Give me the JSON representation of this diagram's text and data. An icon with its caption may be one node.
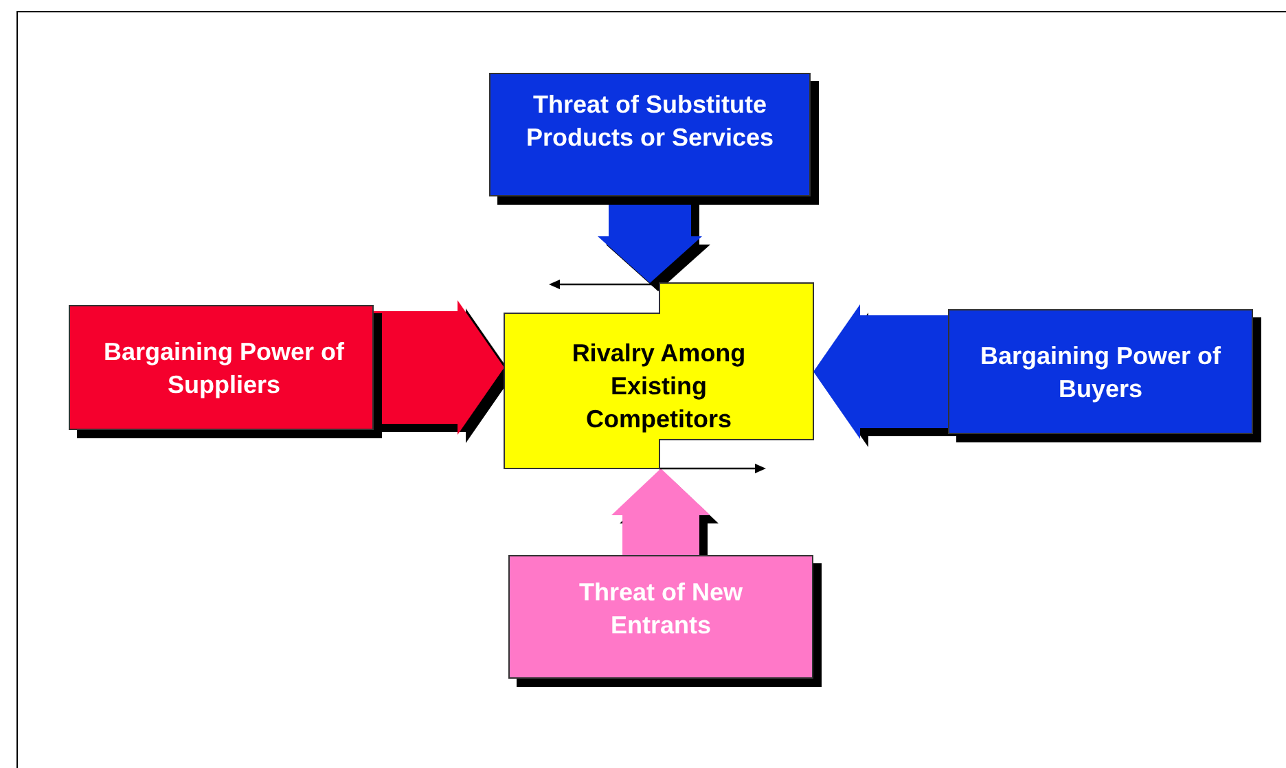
{
  "diagram": {
    "nodes": [
      {
        "text": [
          "Threat of Substitute Products or Services"
        ]
      },
      {
        "text": [
          "Bargaining Power of Suppliers"
        ]
      },
      {
        "text": [
          "Rivalry Among Existing Competitors"
        ]
      },
      {
        "text": [
          "Bargaining Power of Buyers"
        ]
      },
      {
        "text": [
          "Threat of New Entrants"
        ]
      }
    ],
    "edges": [
      {
        "from": 0,
        "to": 2,
        "arrow": "to",
        "color": "#0a33e0"
      },
      {
        "from": 1,
        "to": 2,
        "arrow": "to",
        "color": "#f5002d"
      },
      {
        "from": 3,
        "to": 2,
        "arrow": "to",
        "color": "#0a33e0"
      },
      {
        "from": 4,
        "to": 2,
        "arrow": "to",
        "color": "#ff78c8"
      },
      {
        "from": 2,
        "to": null,
        "arrow": "to",
        "color": "#000000"
      },
      {
        "from": 2,
        "to": null,
        "arrow": "to",
        "color": "#000000"
      }
    ]
  }
}
